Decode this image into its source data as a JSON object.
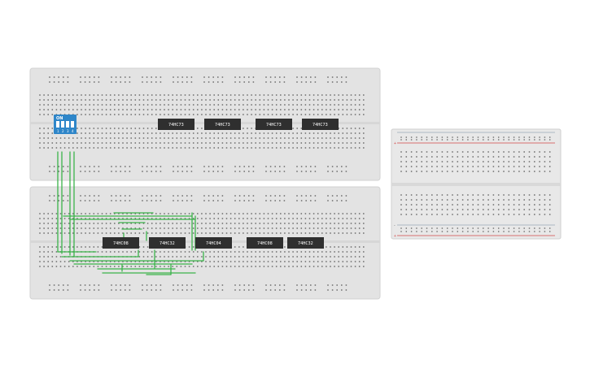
{
  "canvas_bg": "#ffffff",
  "colors": {
    "board": "#e3e3e3",
    "board_edge": "#d4d4d4",
    "hole": "#6b6b6b",
    "chip": "#2f2f2f",
    "wire": "#3bb34a",
    "dip": "#2e86c9",
    "rail_red": "#d44a4a",
    "rail_line": "#9aa8b8"
  },
  "dip_switch": {
    "label": "ON",
    "positions": [
      "1",
      "2",
      "3",
      "4"
    ]
  },
  "top_board_chips": [
    {
      "label": "74HC73"
    },
    {
      "label": "74HC73"
    },
    {
      "label": "74HC73"
    },
    {
      "label": "74HC73"
    }
  ],
  "bottom_board_chips": [
    {
      "label": "74HC08"
    },
    {
      "label": "74HC32"
    },
    {
      "label": "74HC04"
    },
    {
      "label": "74HC08"
    },
    {
      "label": "74HC32"
    }
  ],
  "rail_markers": {
    "plus": "+",
    "minus": "-"
  }
}
